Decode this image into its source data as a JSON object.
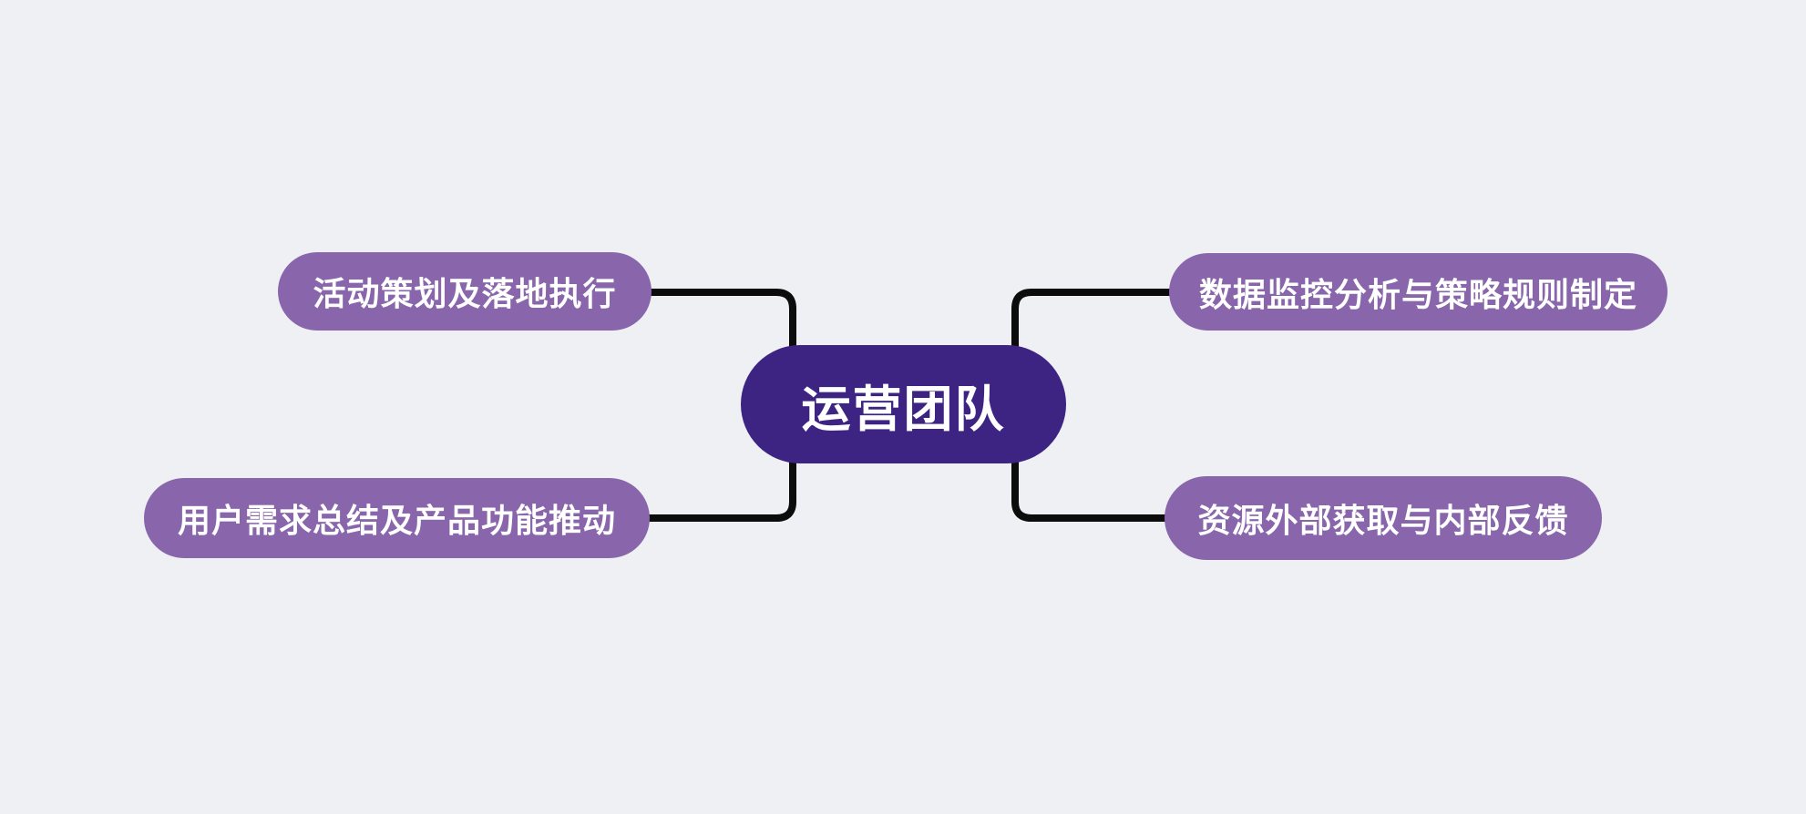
{
  "canvas": {
    "background_color": "#eef0f4"
  },
  "mindmap": {
    "root": {
      "label": "运营团队",
      "fill_color": "#3d2483",
      "text_color": "#ffffff"
    },
    "branches": [
      {
        "id": "branch-top-left",
        "label": "活动策划及落地执行",
        "side": "left",
        "position": "top"
      },
      {
        "id": "branch-bottom-left",
        "label": "用户需求总结及产品功能推动",
        "side": "left",
        "position": "bottom"
      },
      {
        "id": "branch-top-right",
        "label": "数据监控分析与策略规则制定",
        "side": "right",
        "position": "top"
      },
      {
        "id": "branch-bottom-right",
        "label": "资源外部获取与内部反馈",
        "side": "right",
        "position": "bottom"
      }
    ],
    "branch_fill_color": "#8966ab",
    "branch_text_color": "#ffffff",
    "connector_color": "#0c0c0c"
  }
}
